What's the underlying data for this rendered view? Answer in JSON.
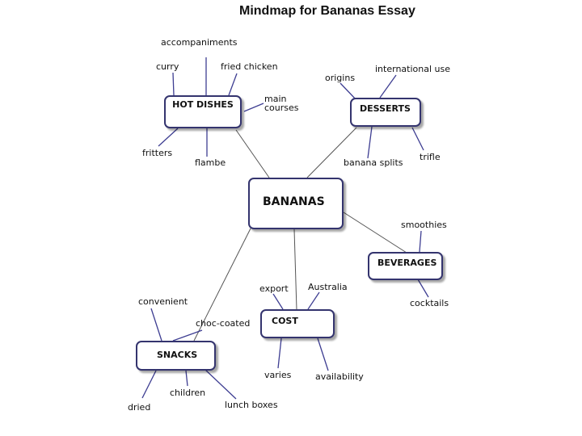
{
  "title": "Mindmap for Bananas Essay",
  "center": "BANANAS",
  "topics": {
    "hot_dishes": "HOT DISHES",
    "desserts": "DESSERTS",
    "beverages": "BEVERAGES",
    "cost": "COST",
    "snacks": "SNACKS"
  },
  "subtopics": {
    "accompaniments": "accompaniments",
    "curry": "curry",
    "fried_chicken": "fried chicken",
    "main_courses": "main courses",
    "fritters": "fritters",
    "flambe": "flambe",
    "origins": "origins",
    "international_use": "international use",
    "banana_splits": "banana splits",
    "trifle": "trifle",
    "smoothies": "smoothies",
    "cocktails": "cocktails",
    "export": "export",
    "australia": "Australia",
    "varies": "varies",
    "availability": "availability",
    "convenient": "convenient",
    "choc_coated": "choc-coated",
    "dried": "dried",
    "children": "children",
    "lunch_boxes": "lunch boxes"
  }
}
